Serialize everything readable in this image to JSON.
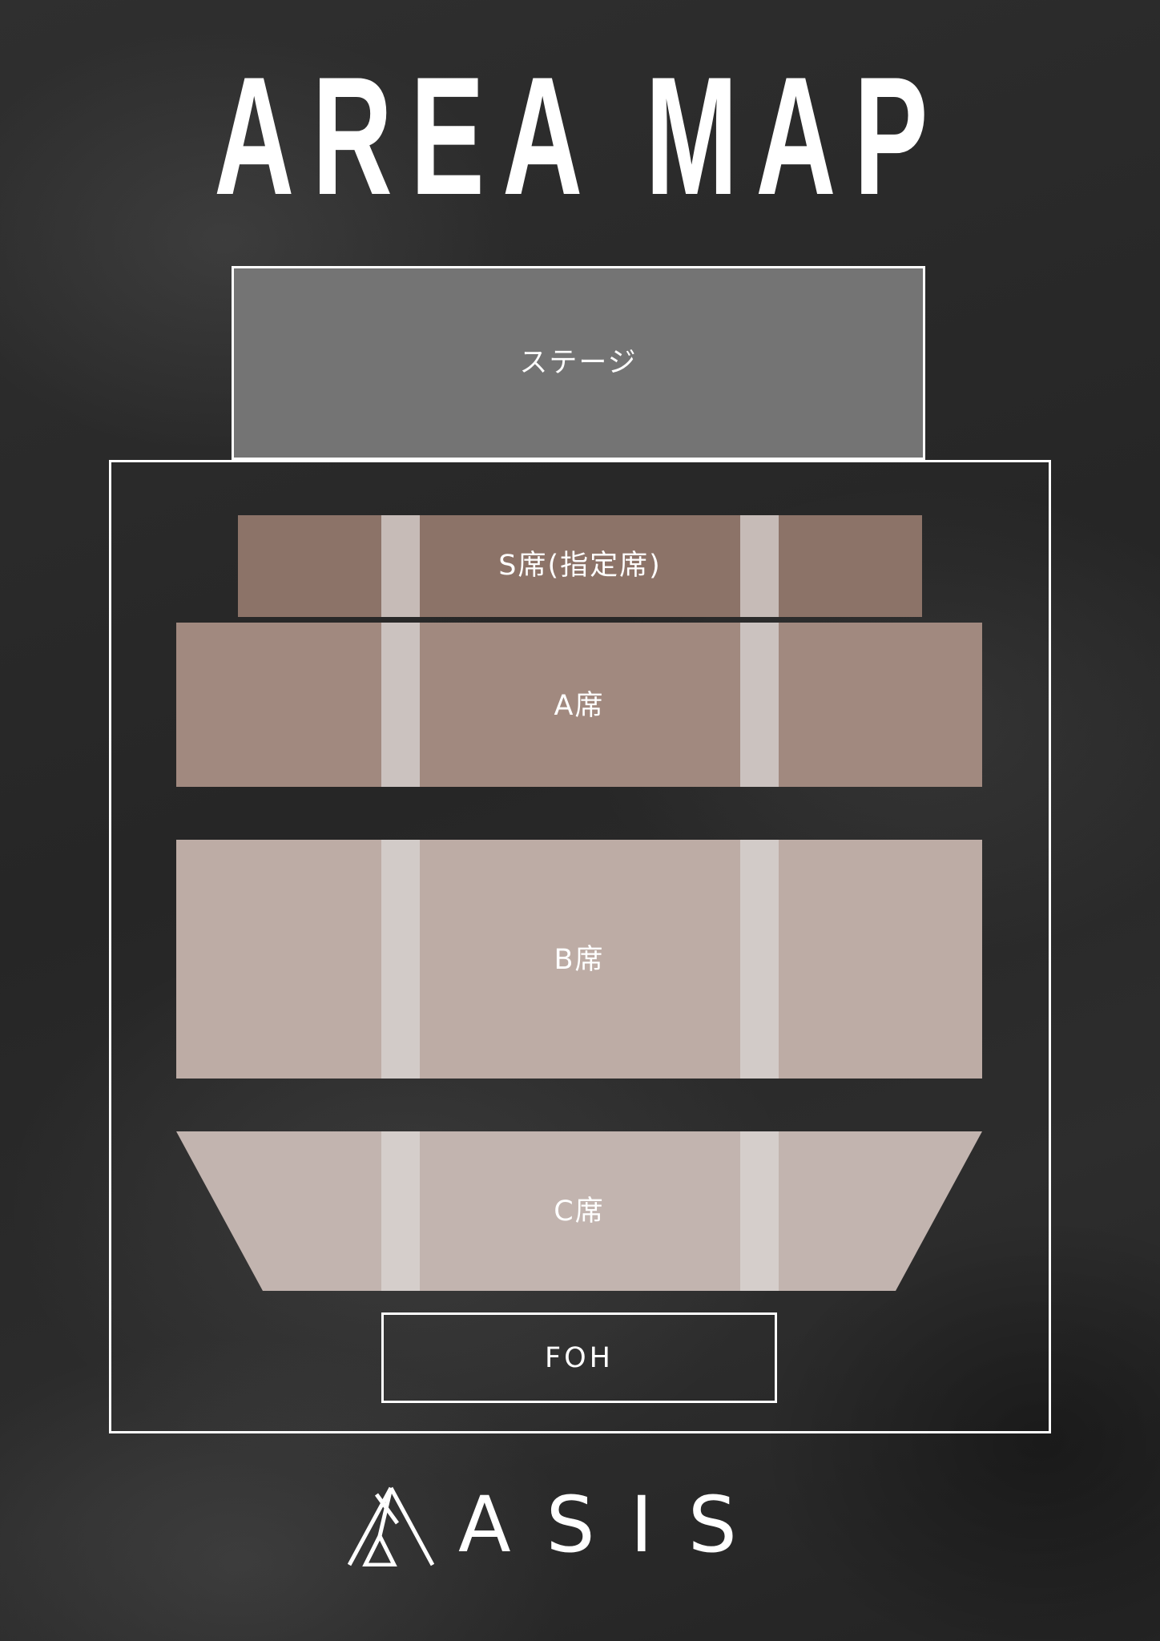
{
  "title": "AREA MAP",
  "map": {
    "stage": "ステージ",
    "sections": [
      {
        "label": "S席(指定席)",
        "color": "#8c7368"
      },
      {
        "label": "A席",
        "color": "#a1897f"
      },
      {
        "label": "B席",
        "color": "#bdaca5"
      },
      {
        "label": "C席",
        "color": "#c2b4af"
      }
    ],
    "aisle_color": "#cfc7c4",
    "foh": "FOH"
  },
  "logo": {
    "text": "ASIS"
  }
}
